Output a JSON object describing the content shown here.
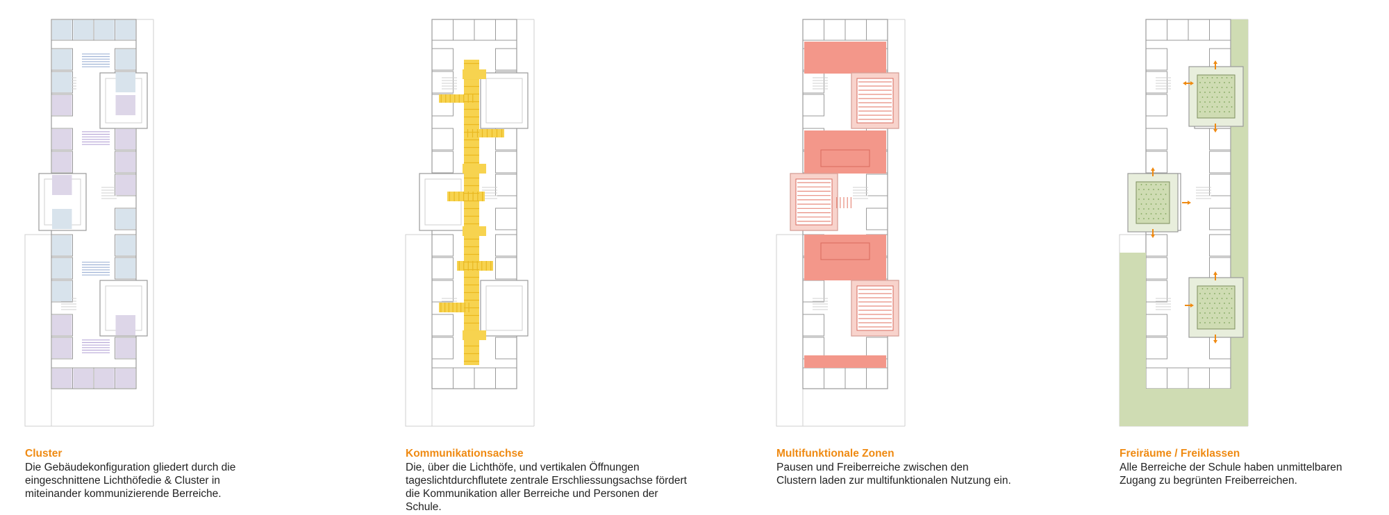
{
  "panels": [
    {
      "id": "cluster",
      "title": "Cluster",
      "body": "Die Gebäudekonfiguration gliedert durch die\neingeschnittene Lichthöfedie & Cluster in\nmiteinander kommunizierende Berreiche."
    },
    {
      "id": "kommunikation",
      "title": "Kommunikationsachse",
      "body": "Die, über die Lichthöfe, und vertikalen Öffnungen\ntageslichtdurchflutete zentrale Erschliessungsachse fördert\ndie Kommunikation aller Berreiche und Personen der\nSchule."
    },
    {
      "id": "multi",
      "title": "Multifunktionale Zonen",
      "body": "Pausen und Freiberreiche zwischen den\nClustern laden zur multifunktionalen Nutzung ein."
    },
    {
      "id": "frei",
      "title": "Freiräume / Freiklassen",
      "body": "Alle Berreiche der Schule haben unmittelbaren\nZugang zu begrünten Freiberreichen."
    }
  ],
  "colors": {
    "line": "#9a9a9a",
    "light_line": "#cfcfcf",
    "cluster_blue": "#d8e3ec",
    "cluster_purple": "#ddd6e8",
    "stripe_blue": "#9fb3d6",
    "stripe_purple": "#b9a8d8",
    "axis_yellow": "#f7d34f",
    "zone_red": "#f3978a",
    "zone_red_light": "#f8d3cc",
    "green_area": "#cfdcb3",
    "green_dot": "#7da45a",
    "arrow_orange": "#ef8a12",
    "title_orange": "#ef8a12"
  }
}
